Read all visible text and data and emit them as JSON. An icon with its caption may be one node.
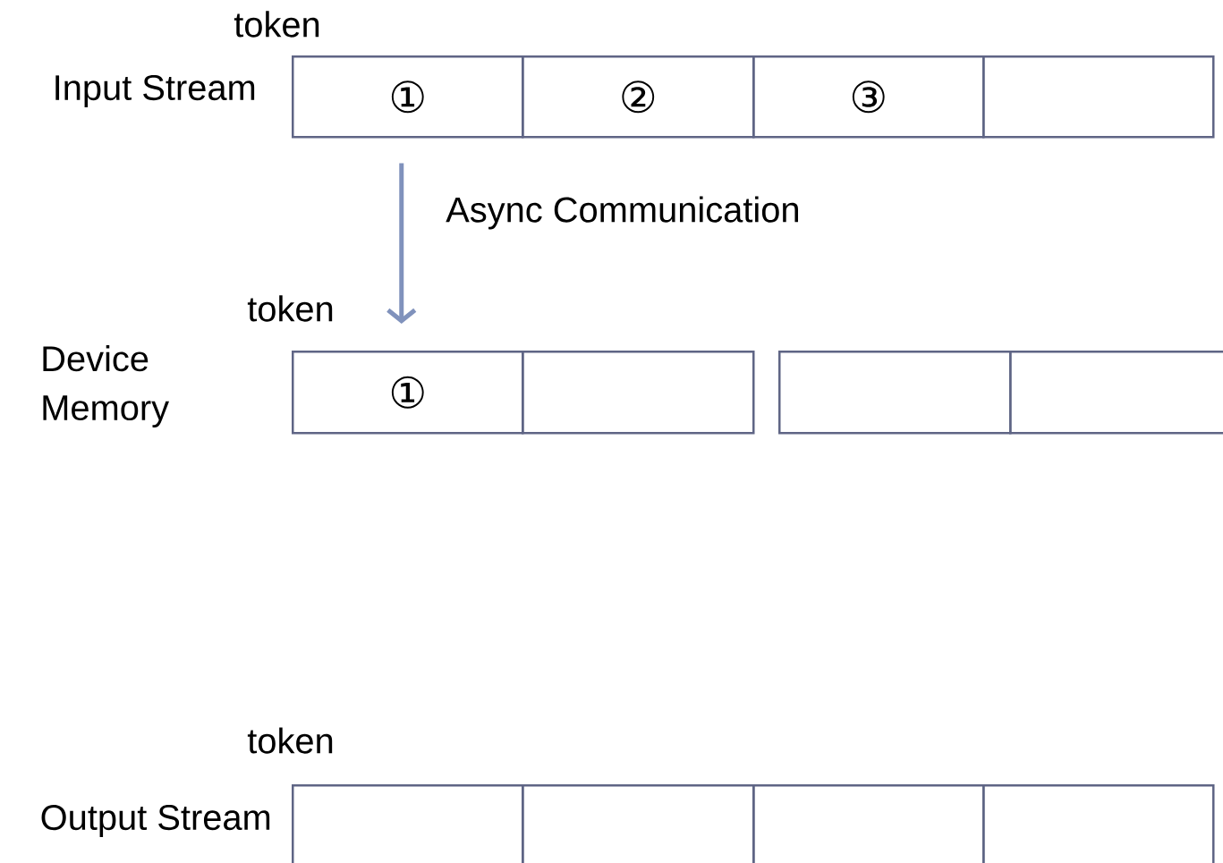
{
  "diagram": {
    "nodes": [
      {
        "text": [
          "①"
        ]
      },
      {
        "text": [
          "②"
        ]
      },
      {
        "text": [
          "③"
        ]
      },
      {
        "text": [],
        "shape": "box"
      },
      {
        "text": [
          "①"
        ]
      },
      {
        "text": [],
        "shape": "box"
      },
      {
        "text": [],
        "shape": "box"
      },
      {
        "text": [],
        "shape": "box"
      },
      {
        "text": [],
        "shape": "box"
      },
      {
        "text": [],
        "shape": "box"
      },
      {
        "text": [],
        "shape": "box"
      },
      {
        "text": [],
        "shape": "box"
      }
    ],
    "edges": [
      {
        "from": 0,
        "to": 4,
        "arrow": "to",
        "label": "Async Communication"
      }
    ],
    "labels": [
      "token",
      "Input Stream",
      "token",
      "Device Memory",
      "token",
      "Output Stream"
    ]
  }
}
